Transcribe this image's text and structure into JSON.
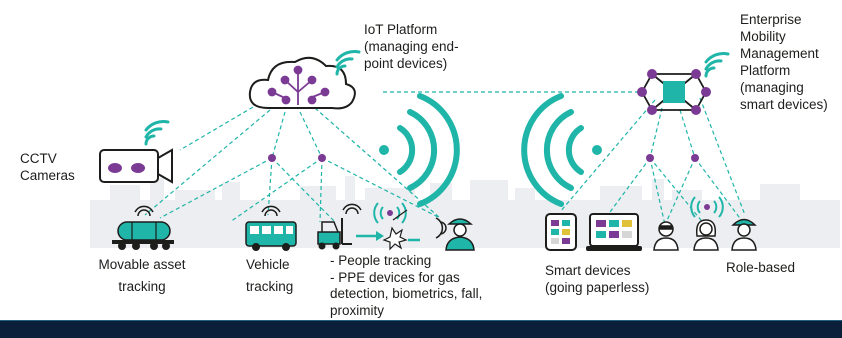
{
  "diagram": {
    "iot_platform": {
      "lines": [
        "IoT Platform",
        "(managing end-",
        "point devices)"
      ]
    },
    "emm_platform": {
      "lines": [
        "Enterprise",
        "Mobility",
        "Management",
        "Platform",
        "(managing",
        "smart devices)"
      ]
    },
    "cctv": {
      "lines": [
        "CCTV",
        "Cameras"
      ]
    },
    "movable_asset": {
      "lines": [
        "Movable asset",
        "tracking"
      ]
    },
    "vehicle": {
      "lines": [
        "Vehicle",
        "tracking"
      ]
    },
    "people": {
      "lines": [
        "-  People tracking",
        "- PPE devices for gas",
        "detection, biometrics, fall,",
        "proximity"
      ]
    },
    "smart_devices": {
      "lines": [
        "Smart devices",
        "(going paperless)"
      ]
    },
    "role_based": {
      "lines": [
        "Role-based"
      ]
    }
  },
  "colors": {
    "teal": "#1fb5a8",
    "purple": "#7b3a94",
    "dark_navy": "#0b1e3a",
    "skyline_gray": "#eceef1",
    "text": "#1d1d1b"
  },
  "icons": [
    "cloud-network-icon",
    "hexagon-network-icon",
    "cctv-camera-icon",
    "tanker-truck-icon",
    "bus-icon",
    "forklift-icon",
    "worker-icon",
    "tablet-icon",
    "laptop-icon",
    "manager-icon",
    "woman-icon",
    "engineer-icon",
    "wifi-signal-icon"
  ]
}
